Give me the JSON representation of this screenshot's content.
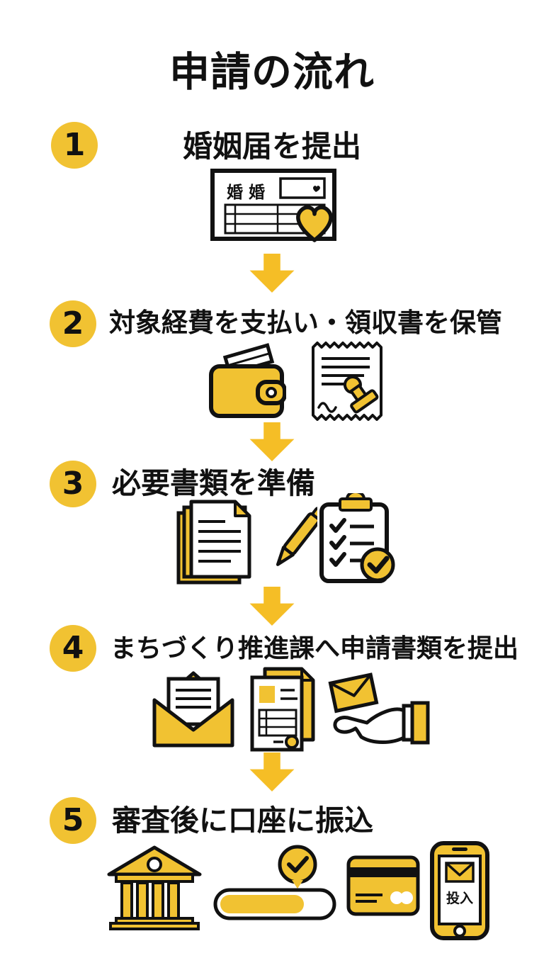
{
  "page": {
    "title": "申請の流れ",
    "background": "#ffffff"
  },
  "colors": {
    "accent": "#F1C232",
    "arrow": "#F5BE26",
    "ink": "#111111"
  },
  "steps": [
    {
      "number": "1",
      "label": "婚姻届を提出",
      "icons": [
        "marriage-certificate-icon",
        "heart-icon"
      ]
    },
    {
      "number": "2",
      "label": "対象経費を支払い・領収書を保管",
      "icons": [
        "wallet-icon",
        "receipt-stamp-icon"
      ]
    },
    {
      "number": "3",
      "label": "必要書類を準備",
      "icons": [
        "document-stack-icon",
        "pen-icon",
        "checklist-icon"
      ]
    },
    {
      "number": "4",
      "label": "まちづくり推進課へ申請書類を提出",
      "icons": [
        "open-envelope-icon",
        "application-form-icon",
        "hand-envelope-icon"
      ]
    },
    {
      "number": "5",
      "label": "審査後に口座に振込",
      "icons": [
        "bank-icon",
        "progress-check-icon",
        "credit-card-icon",
        "smartphone-icon"
      ]
    }
  ],
  "icon_labels": {
    "marriage_certificate": "婚 婚",
    "smartphone_screen": "投入"
  }
}
